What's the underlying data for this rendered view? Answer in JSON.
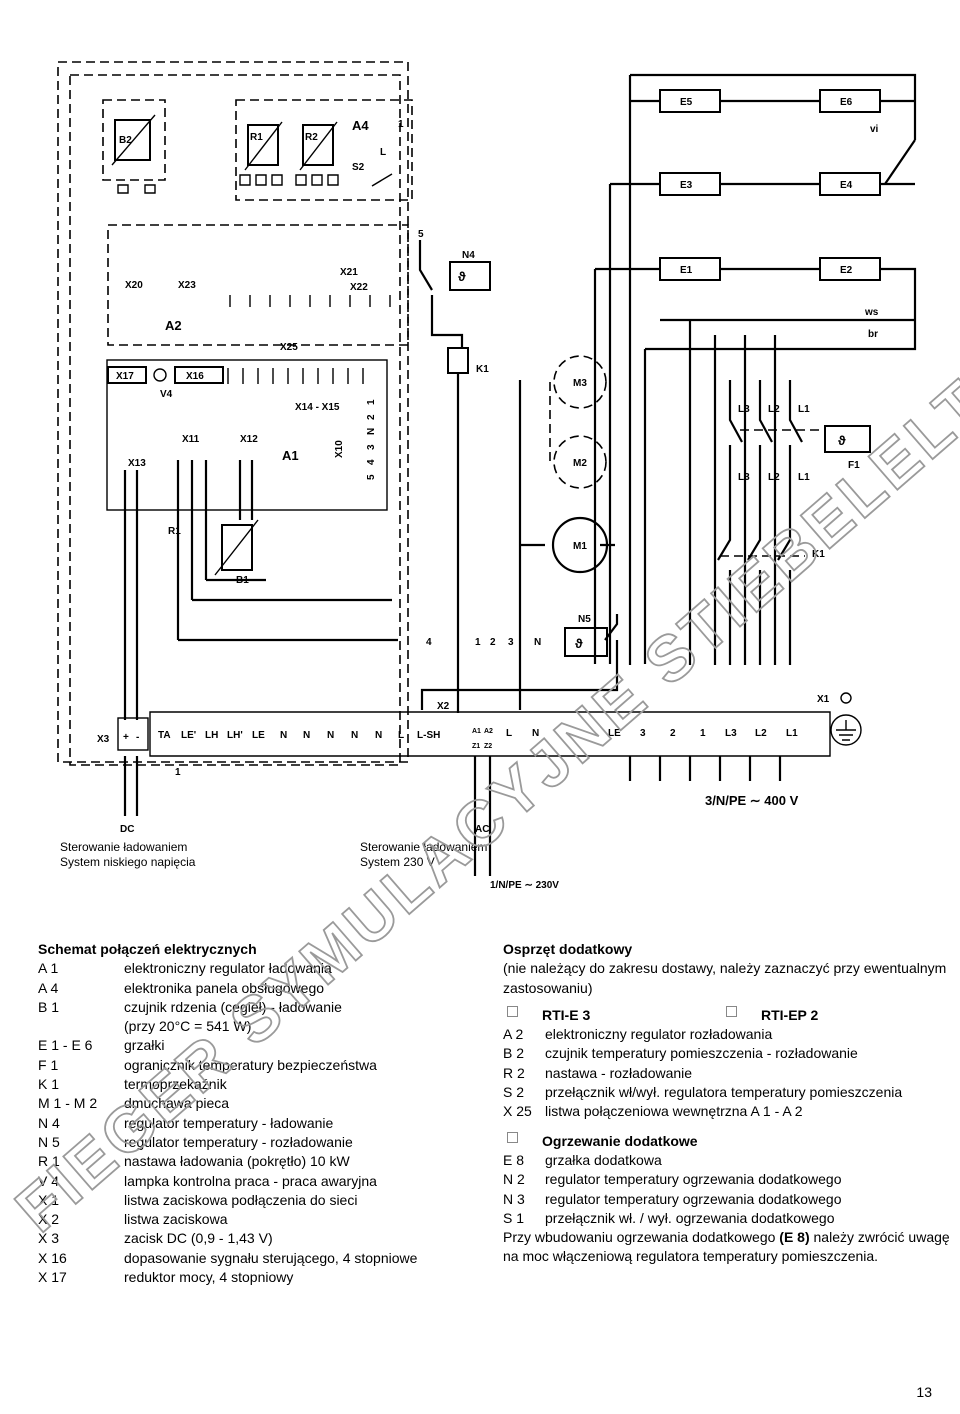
{
  "diagram": {
    "components": {
      "B2": "B2",
      "R1_top": "R1",
      "R2": "R2",
      "A4": "A4",
      "S2": "S2",
      "A4_one": "1",
      "A4_L": "L",
      "X20": "X20",
      "X23": "X23",
      "X21": "X21",
      "X22": "X22",
      "A2": "A2",
      "X25": "X25",
      "X17": "X17",
      "X16": "X16",
      "V4": "V4",
      "X14_X15": "X14 - X15",
      "X11": "X11",
      "X12": "X12",
      "X13": "X13",
      "A1": "A1",
      "X10": "X10",
      "X10_pins": [
        "5",
        "4",
        "3",
        "N",
        "2",
        "1"
      ],
      "R1_bottom": "R1",
      "B1": "B1",
      "five": "5",
      "N4": "N4",
      "K1_relay": "K1",
      "M3": "M3",
      "M2": "M2",
      "M1": "M1",
      "N5": "N5",
      "E5": "E5",
      "E6": "E6",
      "vi": "vi",
      "E3": "E3",
      "E4": "E4",
      "E1": "E1",
      "E2": "E2",
      "ws": "ws",
      "br": "br",
      "F1": "F1",
      "K1": "K1",
      "L3": "L3",
      "L2": "L2",
      "L1": "L1",
      "X2": "X2",
      "X3": "X3",
      "X1": "X1",
      "N5_terms": [
        "4",
        "1",
        "2",
        "3",
        "N"
      ]
    },
    "terminals_low": [
      "+",
      "-",
      "TA",
      "LE'",
      "LH",
      "LH'",
      "LE",
      "N",
      "N",
      "N",
      "N",
      "N",
      "L",
      "L-SH"
    ],
    "terminals_contactor": [
      "A1",
      "A2",
      "Z1",
      "Z2"
    ],
    "terminals_power": [
      "L",
      "N",
      "LE",
      "3",
      "2",
      "1",
      "L3",
      "L2",
      "L1"
    ],
    "ground_one": "1",
    "supply_400": "3/N/PE ∼ 400 V",
    "dc_label": "DC",
    "dc_caption_1": "Sterowanie ładowaniem",
    "dc_caption_2": "System niskiego napięcia",
    "ac_label": "AC",
    "ac_caption_1": "Sterowanie ładowaniem",
    "ac_caption_2": "System 230 V",
    "supply_230": "1/N/PE ∼ 230V"
  },
  "legend_left": {
    "title": "Schemat połączeń elektrycznych",
    "items": [
      {
        "code": "A 1",
        "desc": "elektroniczny regulator ładowania"
      },
      {
        "code": "A 4",
        "desc": "elektronika panela obsługowego"
      },
      {
        "code": "B 1",
        "desc": "czujnik rdzenia (cegieł) - ładowanie"
      },
      {
        "code": "",
        "desc": "(przy 20°C = 541 W)"
      },
      {
        "code": "E 1 - E 6",
        "desc": "grzałki"
      },
      {
        "code": "F 1",
        "desc": "ogranicznik temperatury bezpieczeństwa"
      },
      {
        "code": "K 1",
        "desc": "termoprzekaźnik"
      },
      {
        "code": "M 1 - M 2",
        "desc": "dmuchawa pieca"
      },
      {
        "code": "N 4",
        "desc": "regulator temperatury - ładowanie"
      },
      {
        "code": "N 5",
        "desc": "regulator temperatury - rozładowanie"
      },
      {
        "code": "R 1",
        "desc": "nastawa ładowania (pokrętło) 10 kW"
      },
      {
        "code": "V 4",
        "desc": "lampka kontrolna praca - praca awaryjna"
      },
      {
        "code": "X 1",
        "desc": "listwa zaciskowa podłączenia do sieci"
      },
      {
        "code": "X 2",
        "desc": "listwa zaciskowa"
      },
      {
        "code": "X 3",
        "desc": "zacisk DC (0,9 - 1,43 V)"
      },
      {
        "code": "X 16",
        "desc": "dopasowanie sygnału sterującego, 4 stopniowe"
      },
      {
        "code": "X 17",
        "desc": "reduktor mocy, 4 stopniowy"
      }
    ]
  },
  "legend_right": {
    "title": "Osprzęt dodatkowy",
    "note": "(nie należący do zakresu dostawy, należy zaznaczyć przy ewentualnym zastosowaniu)",
    "option_a": "RTI-E 3",
    "option_b": "RTI-EP 2",
    "items": [
      {
        "code": "A 2",
        "desc": "elektroniczny regulator rozładowania"
      },
      {
        "code": "B 2",
        "desc": "czujnik temperatury pomieszczenia - rozładowanie"
      },
      {
        "code": "R 2",
        "desc": "nastawa - rozładowanie"
      },
      {
        "code": "S 2",
        "desc": "przełącznik wł/wył. regulatora temperatury pomieszczenia"
      },
      {
        "code": "X 25",
        "desc": "listwa połączeniowa wewnętrzna A 1 - A 2"
      }
    ],
    "heating_title": "Ogrzewanie dodatkowe",
    "heating_items": [
      {
        "code": "E 8",
        "desc": "grzałka dodatkowa"
      },
      {
        "code": "N 2",
        "desc": "regulator temperatury ogrzewania dodatkowego"
      },
      {
        "code": "N 3",
        "desc": "regulator temperatury ogrzewania dodatkowego"
      },
      {
        "code": "S 1",
        "desc": "przełącznik wł. / wył. ogrzewania dodatkowego"
      }
    ],
    "footer_1": "Przy wbudowaniu ogrzewania dodatkowego ",
    "footer_bold": "(E 8)",
    "footer_2": " należy zwrócić uwagę na moc włączeniową regulatora temperatury pomieszczenia."
  },
  "page_number": "13",
  "watermark": "FIEGER SYMULACYJNE STIEBELELTRON.PL"
}
